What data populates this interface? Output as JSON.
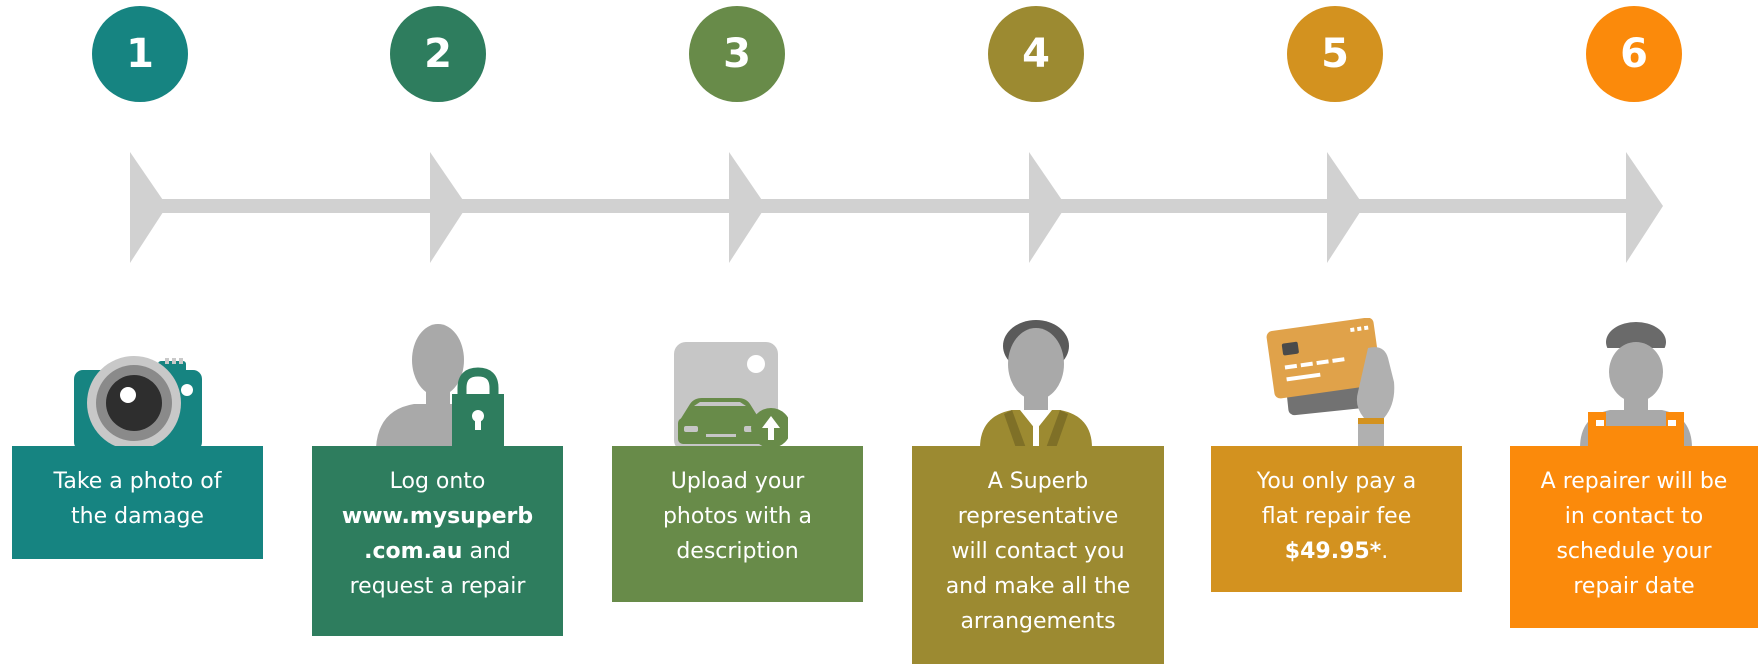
{
  "colors": {
    "step1": "#168481",
    "step2": "#2e7d5e",
    "step3": "#688b49",
    "step4": "#9c8a31",
    "step5": "#d3921f",
    "step6": "#fb8a0b",
    "timeline": "#d1d1d1",
    "icon_gray": "#a9a9a9"
  },
  "steps": [
    {
      "number": "1",
      "icon": "camera-icon",
      "lines": [
        "Take a photo of",
        "the damage"
      ]
    },
    {
      "number": "2",
      "icon": "user-lock-icon",
      "line1": "Log onto",
      "bold_url1": "www.mysuperb",
      "bold_url2": ".com.au",
      "after_url": " and",
      "line4": "request a repair"
    },
    {
      "number": "3",
      "icon": "car-photo-upload-icon",
      "lines": [
        "Upload your",
        "photos with a",
        "description"
      ]
    },
    {
      "number": "4",
      "icon": "representative-icon",
      "lines": [
        "A Superb",
        "representative",
        "will contact you",
        "and make all the",
        "arrangements"
      ]
    },
    {
      "number": "5",
      "icon": "credit-card-hand-icon",
      "lines": [
        "You only pay a",
        "flat repair fee"
      ],
      "fee": "$49.95*",
      "fee_suffix": "."
    },
    {
      "number": "6",
      "icon": "repairer-icon",
      "lines": [
        "A repairer will be",
        "in contact to",
        "schedule your",
        "repair date"
      ]
    }
  ]
}
